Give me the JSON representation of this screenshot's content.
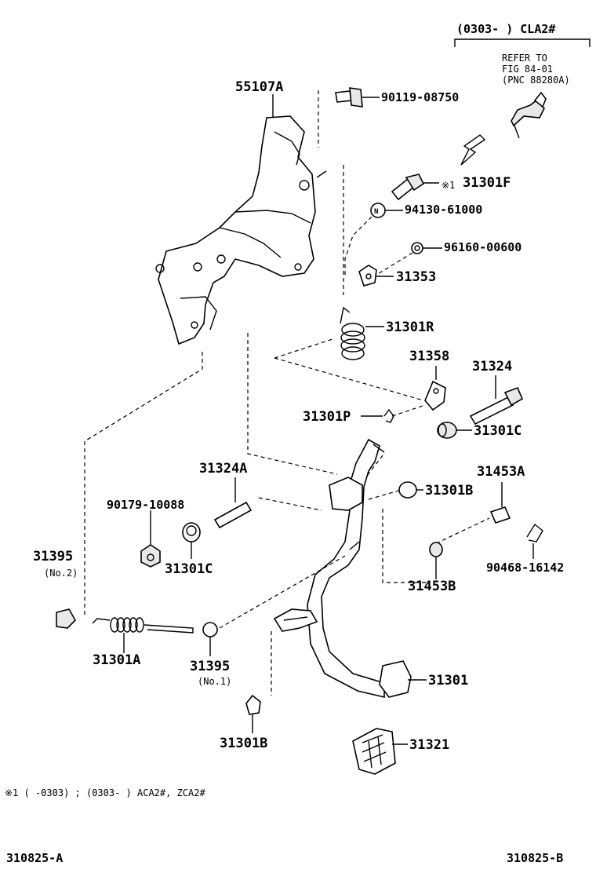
{
  "header": {
    "range": "(0303-      ) CLA2#",
    "refer_line1": "REFER TO",
    "refer_line2": "FIG 84-01",
    "refer_line3": "(PNC 88280A)"
  },
  "labels": {
    "p55107A": "55107A",
    "p9011908750": "90119-08750",
    "p31301F": "31301F",
    "note_mark": "※1",
    "p9413061000": "94130-61000",
    "p9616000600": "96160-00600",
    "p31353": "31353",
    "p31301R": "31301R",
    "p31358": "31358",
    "p31324": "31324",
    "p31301P": "31301P",
    "p31301C_right": "31301C",
    "p31324A": "31324A",
    "p31453A": "31453A",
    "p9017910088": "90179-10088",
    "p31301B_mid": "31301B",
    "p31395_left": "31395",
    "no2": "(No.2)",
    "p31301C_left": "31301C",
    "p9046816142": "90468-16142",
    "p31453B": "31453B",
    "p31301A": "31301A",
    "p31395_mid": "31395",
    "no1": "(No.1)",
    "p31301": "31301",
    "p31301B_bottom": "31301B",
    "p31321": "31321"
  },
  "footnote": "※1 (     -0303) ; (0303-      ) ACA2#, ZCA2#",
  "footer": {
    "left_code": "310825-A",
    "right_code": "310825-B"
  }
}
